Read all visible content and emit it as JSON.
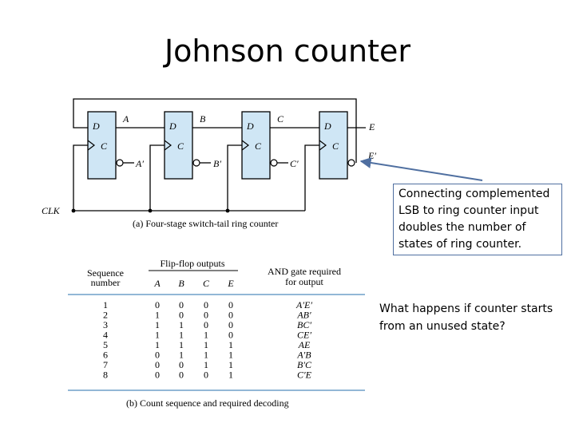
{
  "slide": {
    "title": "Johnson counter",
    "callout": "Connecting complemented LSB to ring counter input doubles the number of states of ring counter.",
    "question": "What happens if counter starts from an unused state?"
  },
  "circuit": {
    "clock_label": "CLK",
    "caption": "(a) Four-stage switch-tail ring counter",
    "ff_d_label": "D",
    "ff_c_label": "C",
    "outputs": [
      "A",
      "B",
      "C",
      "E"
    ],
    "complements": [
      "A′",
      "B′",
      "C′",
      "E′"
    ],
    "ff_fill": "#cfe6f5"
  },
  "table": {
    "header_sequence": [
      "Sequence",
      "number"
    ],
    "header_group": "Flip-flop outputs",
    "header_cols": [
      "A",
      "B",
      "C",
      "E"
    ],
    "header_and": [
      "AND gate required",
      "for output"
    ],
    "rows": [
      {
        "seq": "1",
        "bits": [
          "0",
          "0",
          "0",
          "0"
        ],
        "gate": "A′E′"
      },
      {
        "seq": "2",
        "bits": [
          "1",
          "0",
          "0",
          "0"
        ],
        "gate": "AB′"
      },
      {
        "seq": "3",
        "bits": [
          "1",
          "1",
          "0",
          "0"
        ],
        "gate": "BC′"
      },
      {
        "seq": "4",
        "bits": [
          "1",
          "1",
          "1",
          "0"
        ],
        "gate": "CE′"
      },
      {
        "seq": "5",
        "bits": [
          "1",
          "1",
          "1",
          "1"
        ],
        "gate": "AE"
      },
      {
        "seq": "6",
        "bits": [
          "0",
          "1",
          "1",
          "1"
        ],
        "gate": "A′B"
      },
      {
        "seq": "7",
        "bits": [
          "0",
          "0",
          "1",
          "1"
        ],
        "gate": "B′C"
      },
      {
        "seq": "8",
        "bits": [
          "0",
          "0",
          "0",
          "1"
        ],
        "gate": "C′E"
      }
    ],
    "caption": "(b) Count sequence and required decoding",
    "rule_color": "#6f9fc8"
  }
}
